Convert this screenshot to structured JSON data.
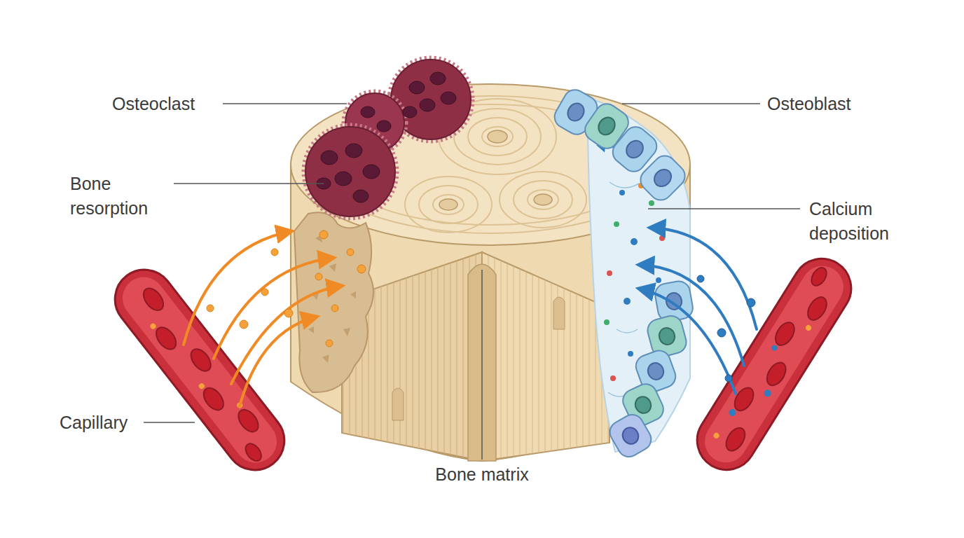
{
  "diagram": {
    "labels": [
      "Osteoclast",
      "Osteoblast",
      "Bone resorption",
      "Calcium deposition",
      "Capillary",
      "Bone matrix"
    ]
  }
}
